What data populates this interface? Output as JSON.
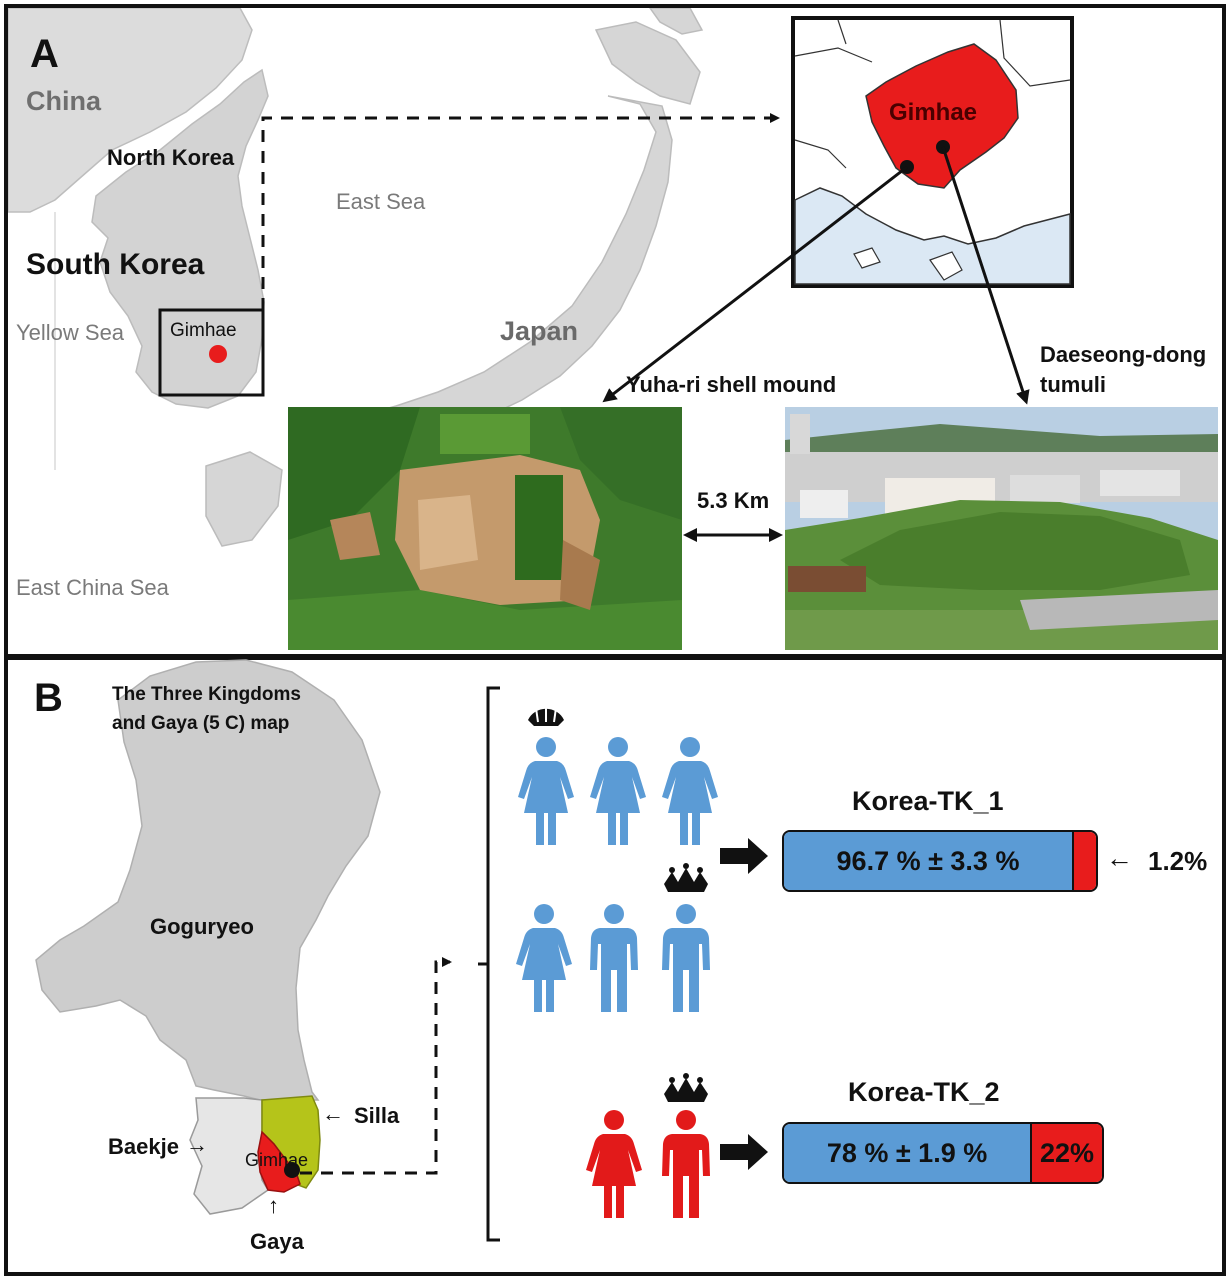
{
  "colors": {
    "land": "#d9d9d9",
    "land_dark": "#c8c8c8",
    "sea": "#dbe8f4",
    "gimhae_red": "#e81c1c",
    "silla_green": "#b5c41a",
    "baekje_gray": "#e6e6e6",
    "person_blue": "#5b9bd5",
    "person_red": "#e21a1a",
    "bar_blue": "#5b9bd5",
    "bar_red": "#e81c1c"
  },
  "panel_a": {
    "letter": "A",
    "labels": {
      "china": "China",
      "north_korea": "North Korea",
      "south_korea": "South Korea",
      "east_sea": "East Sea",
      "yellow_sea": "Yellow Sea",
      "east_china_sea": "East China Sea",
      "japan": "Japan",
      "gimhae_small": "Gimhae",
      "gimhae_inset": "Gimhae",
      "yuha_ri": "Yuha-ri shell mound",
      "daeseong_line1": "Daeseong-dong",
      "daeseong_line2": "tumuli",
      "distance": "5.3 Km"
    }
  },
  "panel_b": {
    "letter": "B",
    "title_line1": "The Three Kingdoms",
    "title_line2": "and Gaya (5 C) map",
    "labels": {
      "goguryeo": "Goguryeo",
      "silla": "Silla",
      "baekje": "Baekje",
      "gimhae": "Gimhae",
      "gaya": "Gaya",
      "arrow_left": "←",
      "arrow_right": "→",
      "arrow_up": "↑"
    },
    "groups": [
      {
        "name": "Korea-TK_1",
        "blue_percent": 96.7,
        "red_percent": 1.2,
        "blue_label": "96.7 % ± 3.3 %",
        "red_label": "1.2%",
        "red_arrow": "←"
      },
      {
        "name": "Korea-TK_2",
        "blue_percent": 78,
        "red_percent": 22,
        "blue_label": "78 % ± 1.9 %",
        "red_label": "22%"
      }
    ]
  }
}
